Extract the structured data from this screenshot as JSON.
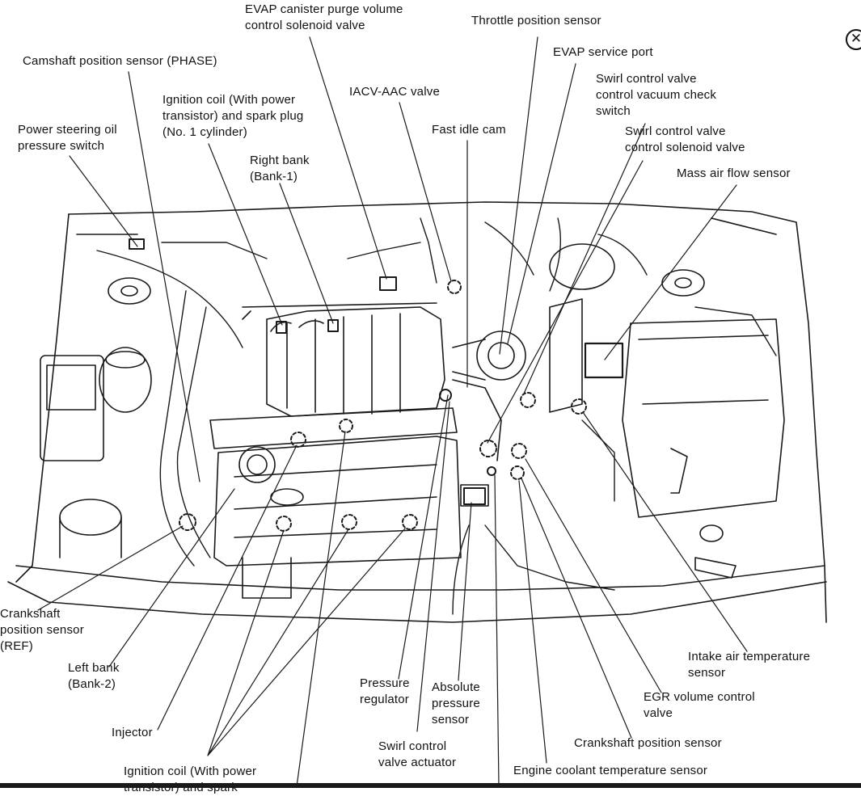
{
  "close_icon": "close-circle-icon",
  "labels": {
    "evap_purge": "EVAP canister purge volume\ncontrol solenoid valve",
    "throttle_position": "Throttle position sensor",
    "evap_service_port": "EVAP service port",
    "camshaft_phase": "Camshaft position sensor (PHASE)",
    "iacv_aac": "IACV-AAC valve",
    "swirl_vacuum_check": "Swirl control valve\ncontrol vacuum check\nswitch",
    "ignition_coil_no1": "Ignition coil (With power\ntransistor) and spark plug\n(No. 1 cylinder)",
    "power_steering": "Power steering oil\npressure switch",
    "fast_idle_cam": "Fast idle cam",
    "swirl_solenoid": "Swirl control valve\ncontrol solenoid valve",
    "right_bank": "Right bank\n(Bank-1)",
    "mass_air_flow": "Mass air flow sensor",
    "crankshaft_ref": "Crankshaft\nposition sensor\n(REF)",
    "left_bank": "Left bank\n(Bank-2)",
    "injector": "Injector",
    "ignition_coil_bottom": "Ignition coil (With power\ntransistor) and spark",
    "pressure_regulator": "Pressure\nregulator",
    "absolute_pressure": "Absolute\npressure\nsensor",
    "swirl_actuator": "Swirl control\nvalve actuator",
    "intake_air_temp": "Intake air temperature\nsensor",
    "egr_volume": "EGR volume control\nvalve",
    "crankshaft_position": "Crankshaft position sensor",
    "engine_coolant": "Engine coolant temperature sensor"
  }
}
